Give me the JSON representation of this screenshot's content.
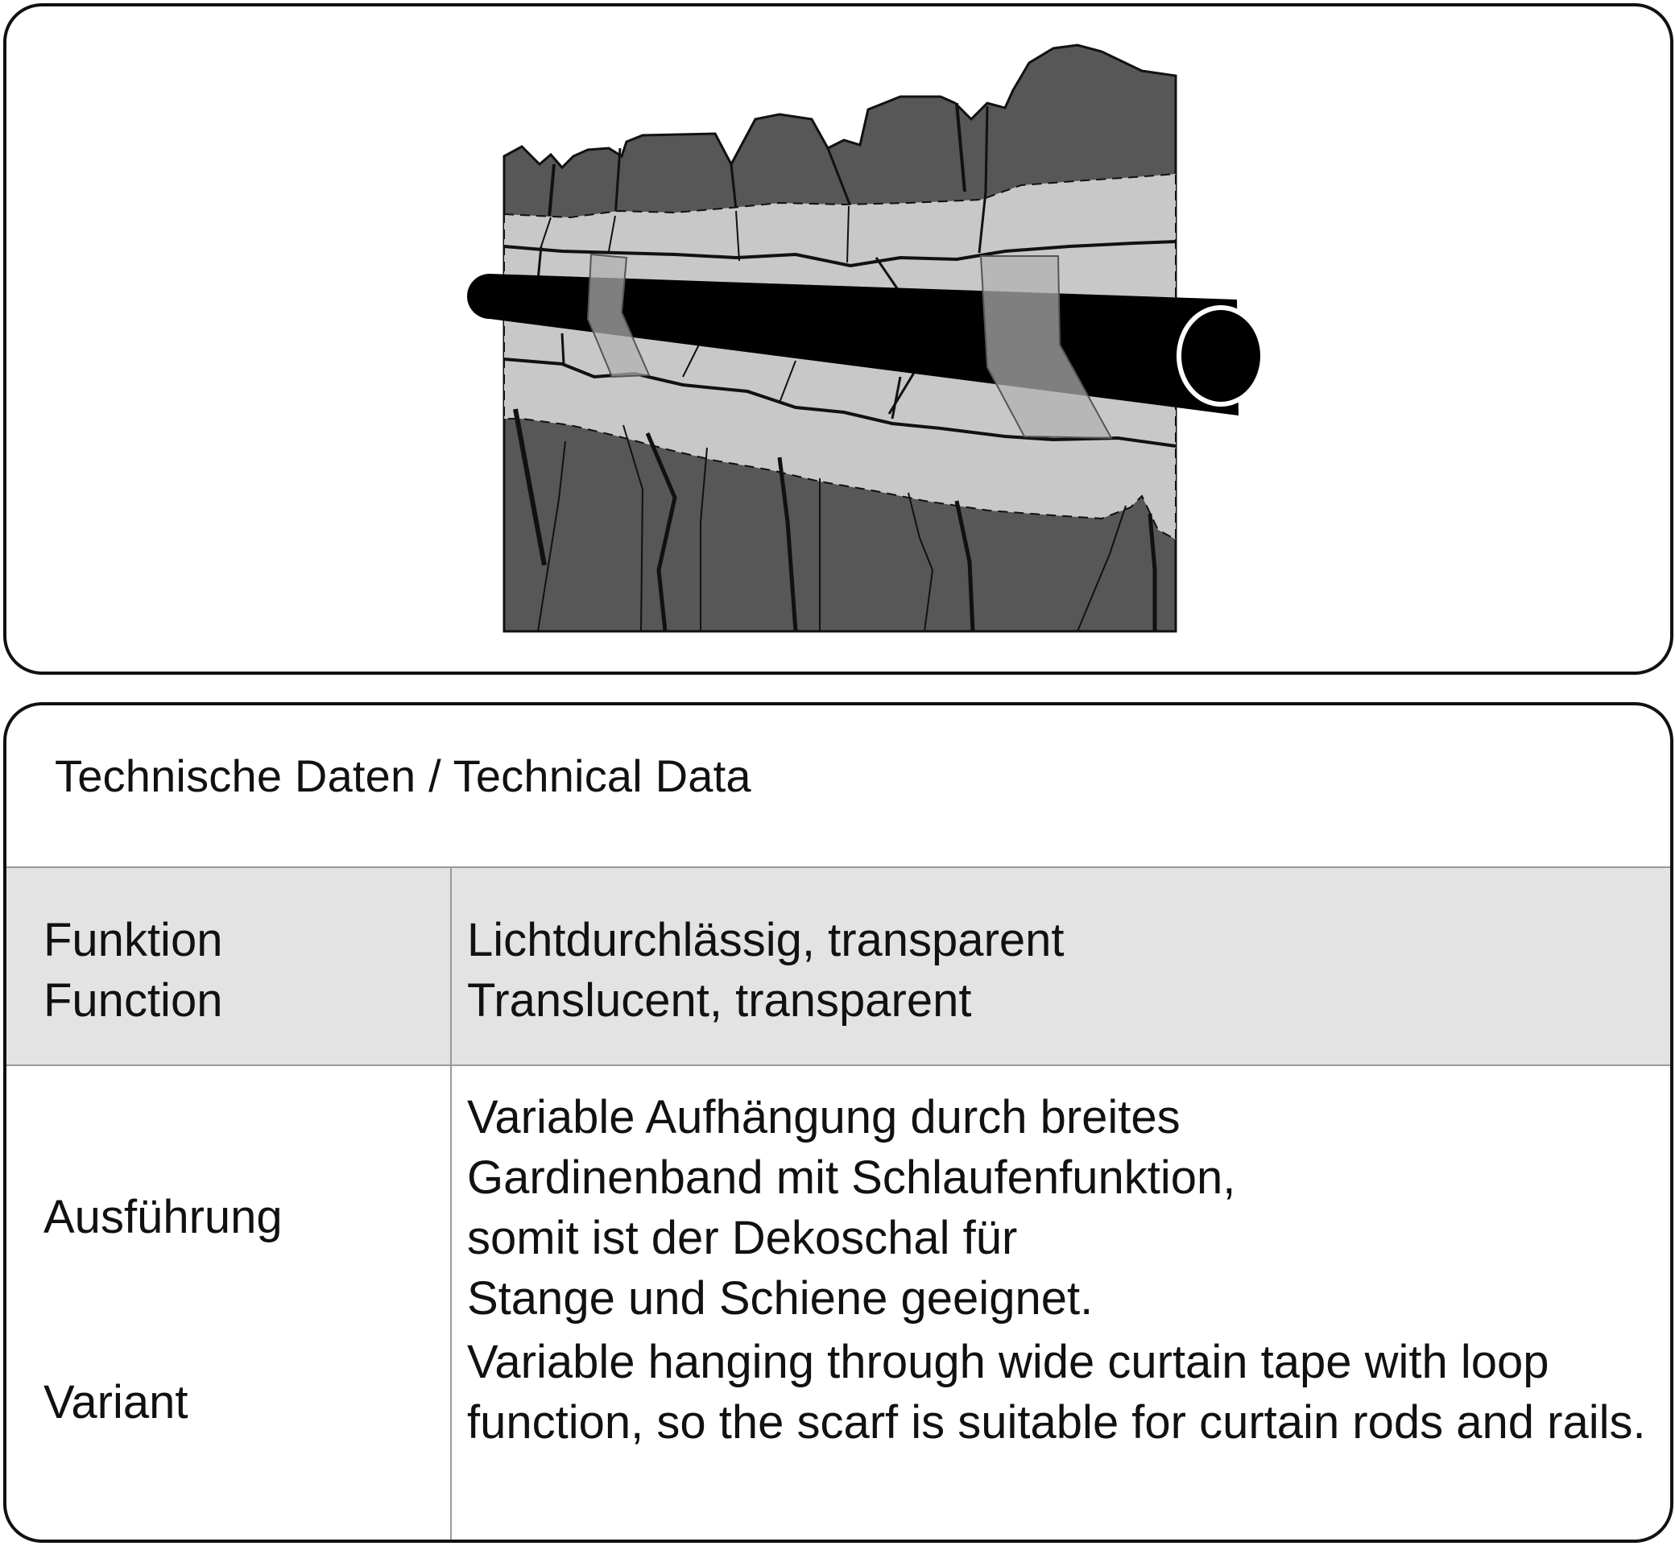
{
  "illustration": {
    "subject": "curtain-with-wide-tape-on-rod",
    "colors": {
      "fabric": "#575757",
      "tape": "#c8c8c8",
      "rod": "#000000",
      "loop": "#9a9a9a"
    }
  },
  "table": {
    "title": "Technische Daten / Technical Data",
    "rows": [
      {
        "label_de": "Funktion",
        "label_en": "Function",
        "value_de": "Lichtdurchlässig, transparent",
        "value_en": "Translucent, transparent"
      },
      {
        "label_de": "Ausführung",
        "label_en": "Variant",
        "value_de": "Variable Aufhängung durch breites\nGardinenband mit Schlaufenfunktion,\nsomit ist der Dekoschal für\nStange und Schiene geeignet.",
        "value_en": "Variable hanging through wide curtain tape with loop\nfunction, so the scarf is suitable for curtain rods and rails."
      }
    ]
  },
  "colors": {
    "row_shade": "#e3e3e3",
    "border": "#111111",
    "divider": "#999999"
  }
}
